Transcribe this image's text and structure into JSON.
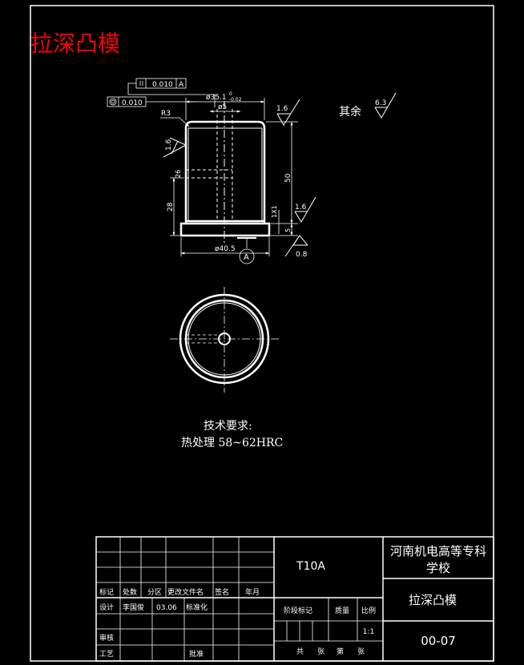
{
  "header": {
    "title": "拉深凸模"
  },
  "drawing": {
    "callouts": {
      "parallelism": "0.010",
      "parallelism_datum": "A",
      "concentricity": "0.010",
      "dia_outer": "ø35.1",
      "dia_outer_tol_upper": "0",
      "dia_outer_tol_lower": "-0.02",
      "dia_hole": "ø5",
      "radius": "R3",
      "rough_side": "1.6",
      "rough_top": "1.6",
      "rough_mid": "1.6",
      "rough_bottom": "0.8",
      "other_rough_label": "其余",
      "other_rough_value": "6.3",
      "height_total": "50",
      "height_inner": "28",
      "hole_depth": "26",
      "chamfer": "1X1",
      "flange_height": "5",
      "dia_base": "ø40.5",
      "datum_letter": "A"
    },
    "tech_requirements": {
      "heading": "技术要求:",
      "line1": "热处理 58~62HRC"
    }
  },
  "title_block": {
    "material": "T10A",
    "school_line1": "河南机电高等专科",
    "school_line2": "学校",
    "part_name": "拉深凸模",
    "drawing_no": "00-07",
    "scale_value": "1:1",
    "headers": {
      "mark": "标记",
      "count": "处数",
      "zone": "分区",
      "doc_no": "更改文件名",
      "sign": "签名",
      "date": "年月",
      "design": "设计",
      "designer": "李国俊",
      "design_date": "03.06",
      "standard": "标准化",
      "review": "审核",
      "process": "工艺",
      "approve": "批准",
      "stage_mark": "阶段标记",
      "weight": "质量",
      "scale": "比例",
      "total": "共",
      "sheets": "张",
      "nth": "第",
      "sheet2": "张"
    }
  },
  "colors": {
    "background": "#000000",
    "line": "#ffffff",
    "title_red": "#ff0000"
  }
}
